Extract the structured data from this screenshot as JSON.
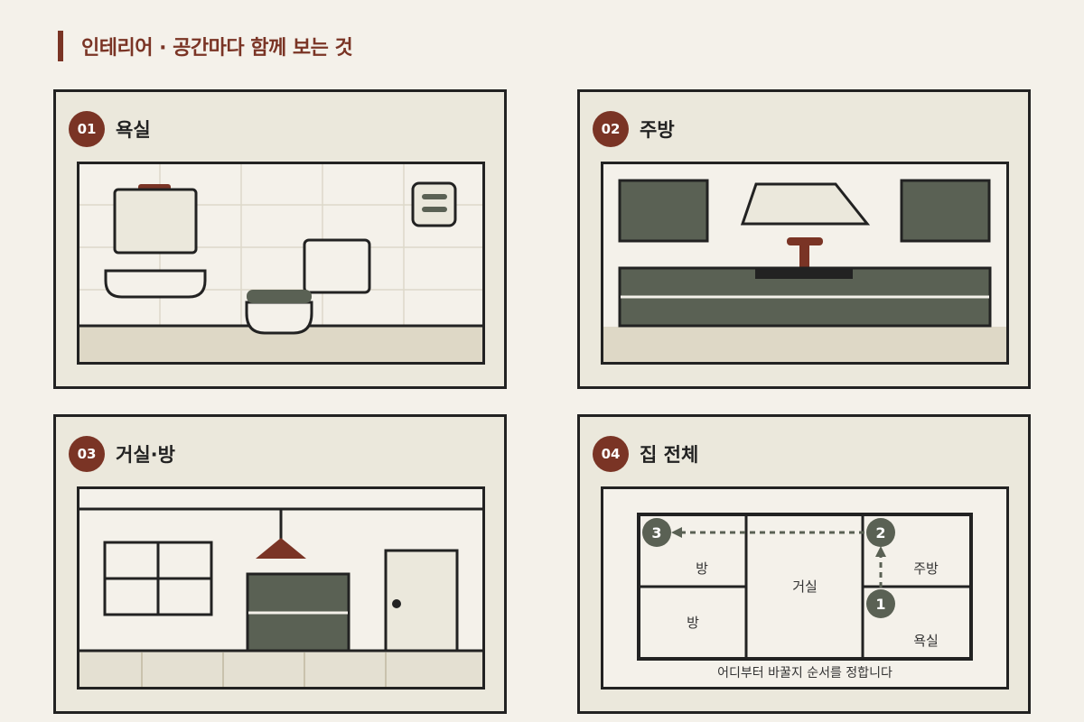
{
  "header": {
    "title": "인테리어 · 공간마다 함께 보는 것"
  },
  "cards": [
    {
      "num": "01",
      "title": "욕실"
    },
    {
      "num": "02",
      "title": "주방"
    },
    {
      "num": "03",
      "title": "거실·방"
    },
    {
      "num": "04",
      "title": "집 전체"
    }
  ],
  "floorplan": {
    "rooms": {
      "room_top": "방",
      "room_bottom": "방",
      "living": "거실",
      "kitchen": "주방",
      "bath": "욕실"
    },
    "steps": [
      "1",
      "2",
      "3"
    ],
    "caption": "어디부터 바꿀지 순서를 정합니다"
  },
  "colors": {
    "accent": "#7a3425",
    "dark_green": "#5a6154",
    "card_bg": "#ebe8dc",
    "page_bg": "#f4f1ea"
  }
}
